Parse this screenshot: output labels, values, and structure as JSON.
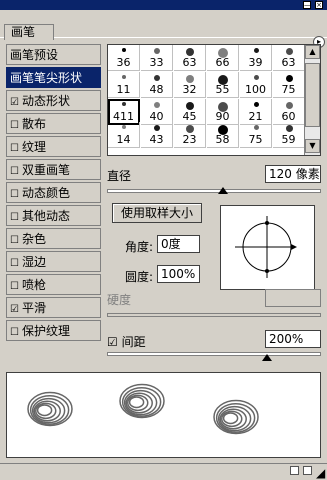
{
  "panel": {
    "tab_label": "画笔"
  },
  "left_nav": {
    "items": [
      {
        "label": "画笔预设",
        "checked": false,
        "selected": false,
        "checkbox": false
      },
      {
        "label": "画笔笔尖形状",
        "checked": false,
        "selected": true,
        "checkbox": false
      },
      {
        "label": "动态形状",
        "checked": true,
        "selected": false,
        "checkbox": true
      },
      {
        "label": "散布",
        "checked": false,
        "selected": false,
        "checkbox": true
      },
      {
        "label": "纹理",
        "checked": false,
        "selected": false,
        "checkbox": true
      },
      {
        "label": "双重画笔",
        "checked": false,
        "selected": false,
        "checkbox": true
      },
      {
        "label": "动态颜色",
        "checked": false,
        "selected": false,
        "checkbox": true
      },
      {
        "label": "其他动态",
        "checked": false,
        "selected": false,
        "checkbox": true
      },
      {
        "label": "杂色",
        "checked": false,
        "selected": false,
        "checkbox": true
      },
      {
        "label": "湿边",
        "checked": false,
        "selected": false,
        "checkbox": true
      },
      {
        "label": "喷枪",
        "checked": false,
        "selected": false,
        "checkbox": true
      },
      {
        "label": "平滑",
        "checked": true,
        "selected": false,
        "checkbox": true
      },
      {
        "label": "保护纹理",
        "checked": false,
        "selected": false,
        "checkbox": true
      }
    ]
  },
  "brush_grid": {
    "rows": [
      [
        "36",
        "33",
        "63",
        "66",
        "39",
        "63"
      ],
      [
        "11",
        "48",
        "32",
        "55",
        "100",
        "75"
      ],
      [
        "411",
        "40",
        "45",
        "90",
        "21",
        "60"
      ],
      [
        "14",
        "43",
        "23",
        "58",
        "75",
        "59"
      ]
    ],
    "selected": "411"
  },
  "diameter": {
    "label": "直径",
    "value": "120 像素"
  },
  "sample_size_button": "使用取样大小",
  "angle": {
    "label": "角度:",
    "value": "0度"
  },
  "roundness": {
    "label": "圆度:",
    "value": "100%"
  },
  "hardness": {
    "label": "硬度"
  },
  "spacing": {
    "label": "间距",
    "checked": true,
    "value": "200%"
  },
  "status_icons": [
    "new-brush-icon",
    "trash-icon",
    "resize-grip-icon"
  ]
}
